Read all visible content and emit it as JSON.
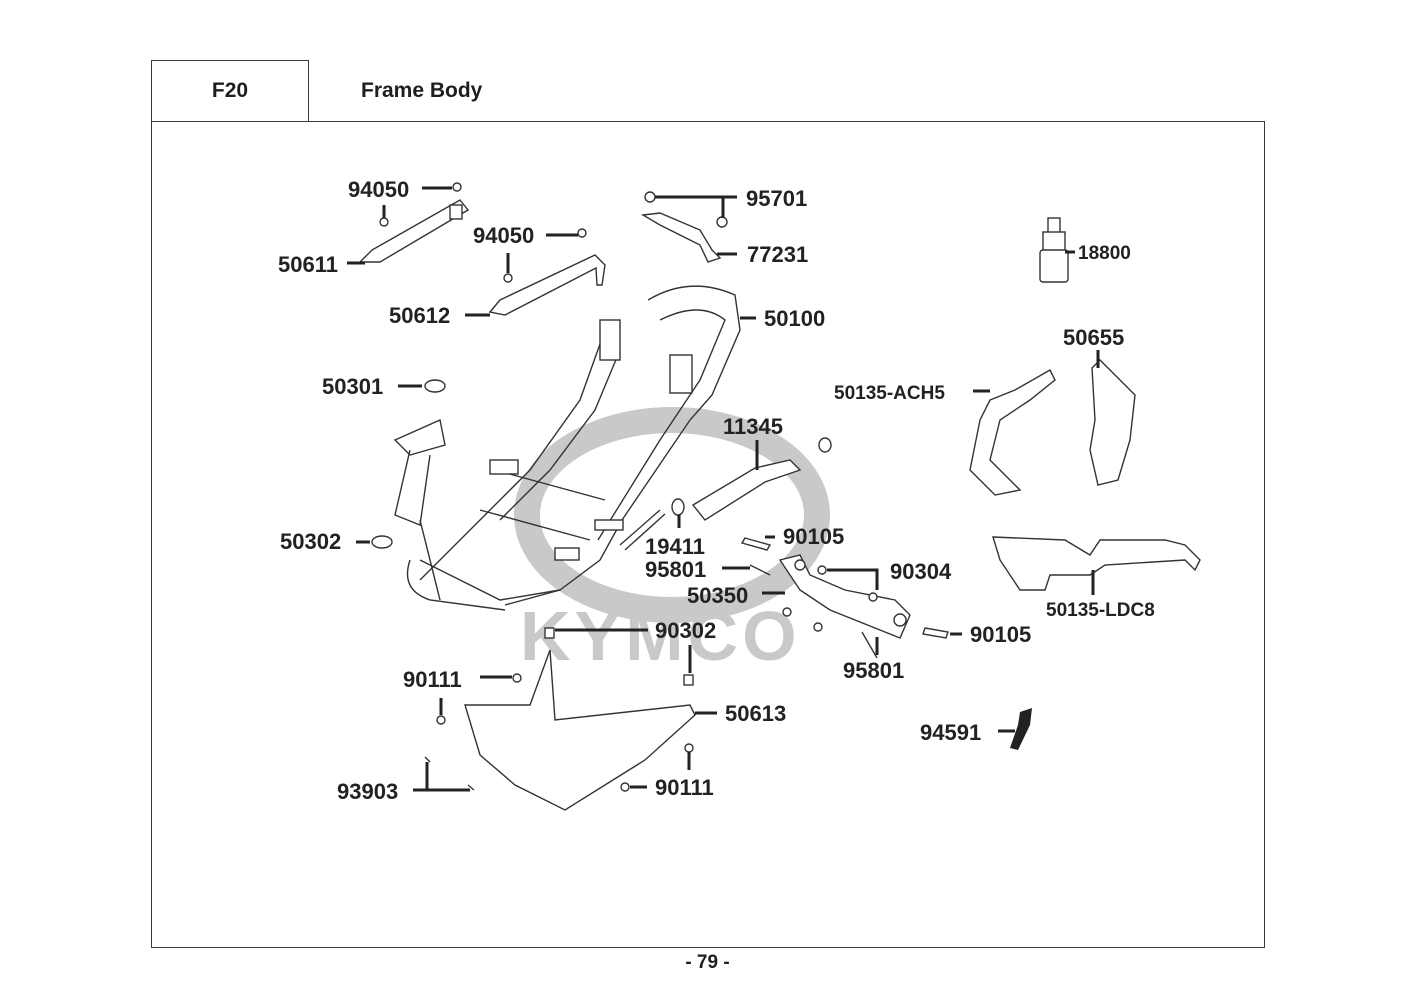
{
  "header": {
    "section_code": "F20",
    "section_title": "Frame Body"
  },
  "watermark": "KYMCO",
  "parts": {
    "p94050a": "94050",
    "p50611": "50611",
    "p94050b": "94050",
    "p50612": "50612",
    "p95701": "95701",
    "p77231": "77231",
    "p50100": "50100",
    "p18800": "18800",
    "p50655": "50655",
    "p50135ach5": "50135-ACH5",
    "p50301": "50301",
    "p11345": "11345",
    "p50302": "50302",
    "p19411": "19411",
    "p90105a": "90105",
    "p95801a": "95801",
    "p90304": "90304",
    "p50350": "50350",
    "p50135ldc8": "50135-LDC8",
    "p90302": "90302",
    "p90105b": "90105",
    "p95801b": "95801",
    "p90111a": "90111",
    "p50613": "50613",
    "p94591": "94591",
    "p93903": "93903",
    "p90111b": "90111"
  },
  "footer": {
    "page_number": "- 79 -"
  }
}
